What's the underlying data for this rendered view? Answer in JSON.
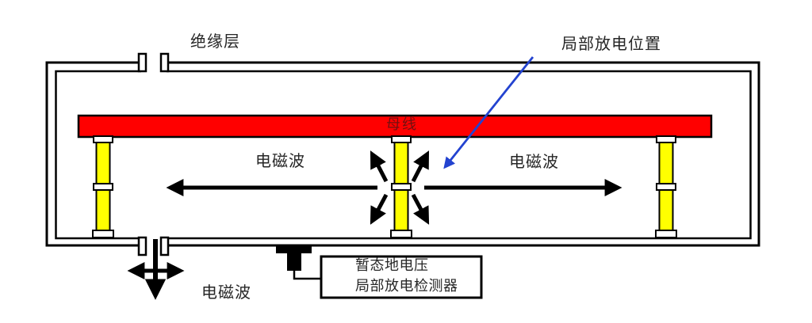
{
  "labels": {
    "insulation_layer": "绝缘层",
    "pd_location": "局部放电位置",
    "busbar": "母线",
    "em_wave": "电磁波"
  },
  "detector_box": {
    "line1": "暂态地电压",
    "line2": "局部放电检测器"
  },
  "colors": {
    "background": "#FFFFFF",
    "line": "#000000",
    "busbar_fill": "#FF0000",
    "busbar_label": "#701010",
    "insulator_fill": "#FFFF00",
    "pd_pointer_blue": "#2343D0"
  }
}
